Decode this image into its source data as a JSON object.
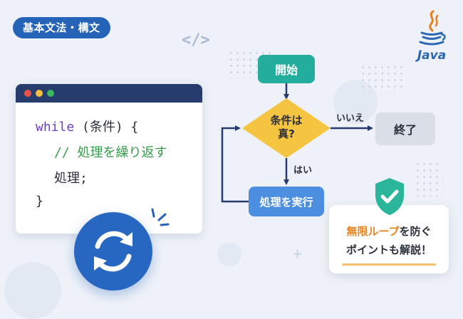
{
  "badge": "基本文法・構文",
  "code_symbol": "</>",
  "java_logo": "Java",
  "code_window": {
    "line1_keyword": "while",
    "line1_rest": " (条件) {",
    "line2": "// 処理を繰り返す",
    "line3": "処理;",
    "line4": "}"
  },
  "flowchart": {
    "start": "開始",
    "condition_line1": "条件は",
    "condition_line2": "真?",
    "yes": "はい",
    "no": "いいえ",
    "process": "処理を実行",
    "end": "終了"
  },
  "callout": {
    "highlight": "無限ループ",
    "line1_rest": "を防ぐ",
    "line2": "ポイントも解説！"
  },
  "icons": [
    "code-icon",
    "java-logo-icon",
    "loop-arrows-icon",
    "shield-check-icon"
  ],
  "colors": {
    "badge": "#2563b8",
    "window_bar": "#253c6c",
    "start": "#22ad9c",
    "condition": "#f5c542",
    "process": "#4c8fe1",
    "end": "#d9dee7",
    "arrow": "#253c6c",
    "highlight": "#e9851c",
    "shield": "#2bb59b"
  }
}
